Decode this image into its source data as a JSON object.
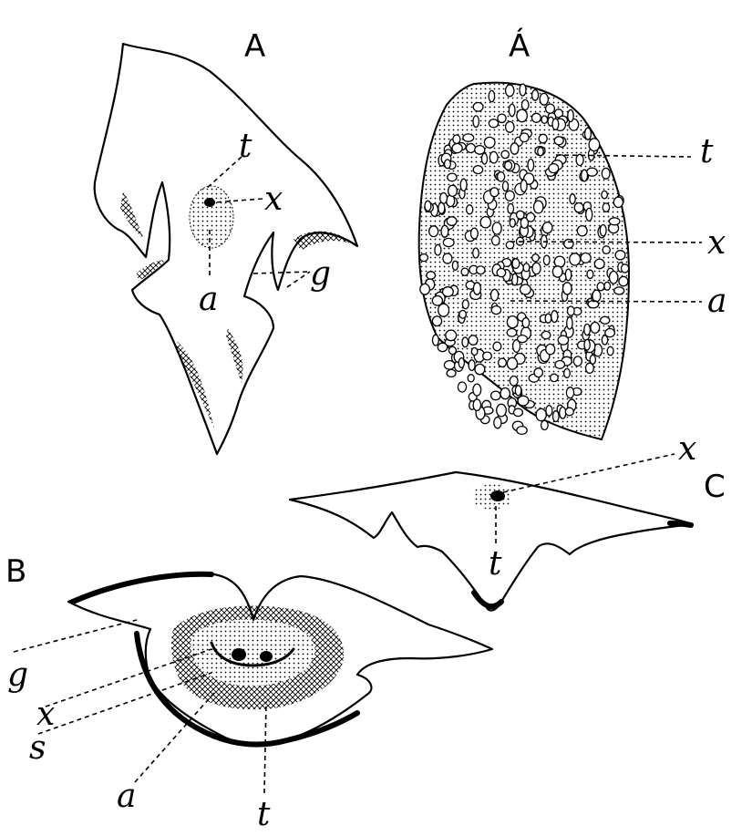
{
  "panels": {
    "A": {
      "letter": "A",
      "labels": {
        "t": "t",
        "x": "x",
        "a": "a",
        "g": "g"
      }
    },
    "A_prime": {
      "letter": "Á",
      "labels": {
        "t": "t",
        "x": "x",
        "a": "a"
      }
    },
    "B": {
      "letter": "B",
      "labels": {
        "g": "g",
        "x": "x",
        "s": "s",
        "a": "a",
        "t": "t"
      }
    },
    "C": {
      "letter": "C",
      "labels": {
        "x": "x",
        "t": "t"
      }
    }
  }
}
